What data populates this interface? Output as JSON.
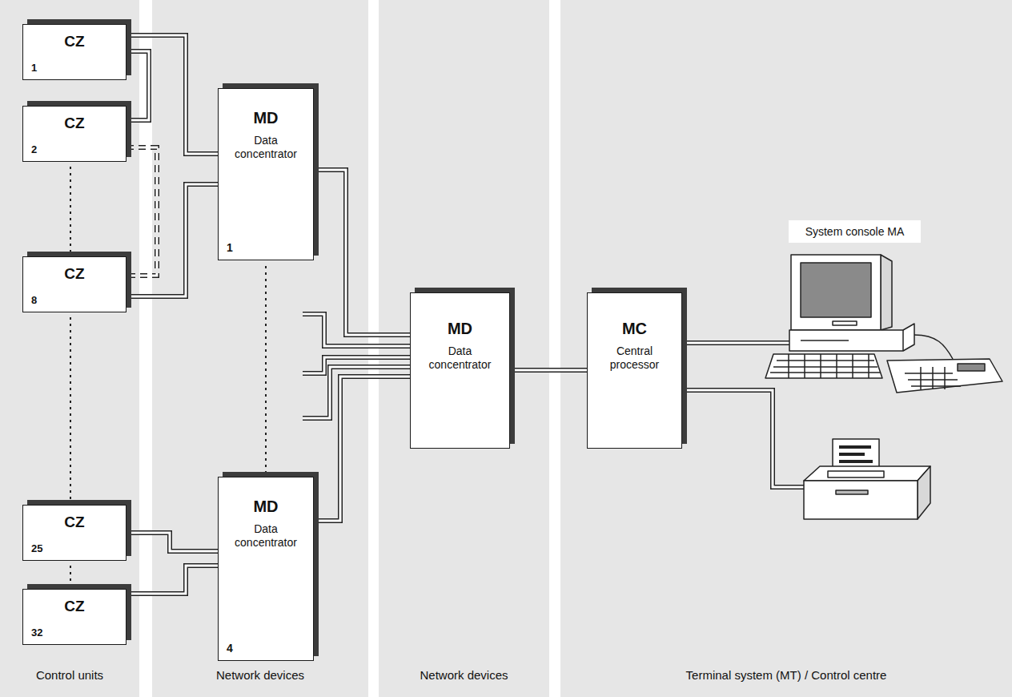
{
  "diagram": {
    "nodes": [
      {
        "text": [
          "Control units"
        ]
      },
      {
        "text": [
          "Network devices"
        ]
      },
      {
        "text": [
          "Network devices"
        ]
      },
      {
        "text": [
          "Terminal system (MT) / Control centre"
        ]
      },
      {
        "text": [
          "CZ",
          "1"
        ],
        "in": 0
      },
      {
        "text": [
          "CZ",
          "2"
        ],
        "in": 0
      },
      {
        "text": [
          "CZ",
          "8"
        ],
        "in": 0
      },
      {
        "text": [
          "CZ",
          "25"
        ],
        "in": 0
      },
      {
        "text": [
          "CZ",
          "32"
        ],
        "in": 0
      },
      {
        "text": [
          "MD",
          "Data concentrator",
          "1"
        ],
        "in": 1
      },
      {
        "text": [
          "MD",
          "Data concentrator",
          "4"
        ],
        "in": 1
      },
      {
        "text": [
          "MD",
          "Data concentrator"
        ],
        "in": 2
      },
      {
        "text": [
          "MC",
          "Central processor"
        ],
        "in": 3
      },
      {
        "text": [
          "System console MA"
        ],
        "in": 3
      }
    ],
    "edges": [
      {
        "from": 4,
        "to": 9,
        "arrow": "none"
      },
      {
        "from": 4,
        "to": 5,
        "arrow": "none"
      },
      {
        "from": 5,
        "to": 6,
        "arrow": "none"
      },
      {
        "from": 6,
        "to": 9,
        "arrow": "none"
      },
      {
        "from": 7,
        "to": 10,
        "arrow": "none"
      },
      {
        "from": 8,
        "to": 10,
        "arrow": "none"
      },
      {
        "from": 9,
        "to": 11,
        "arrow": "none"
      },
      {
        "from": 10,
        "to": 11,
        "arrow": "none"
      },
      {
        "from": 11,
        "to": 12,
        "arrow": "none"
      }
    ]
  }
}
